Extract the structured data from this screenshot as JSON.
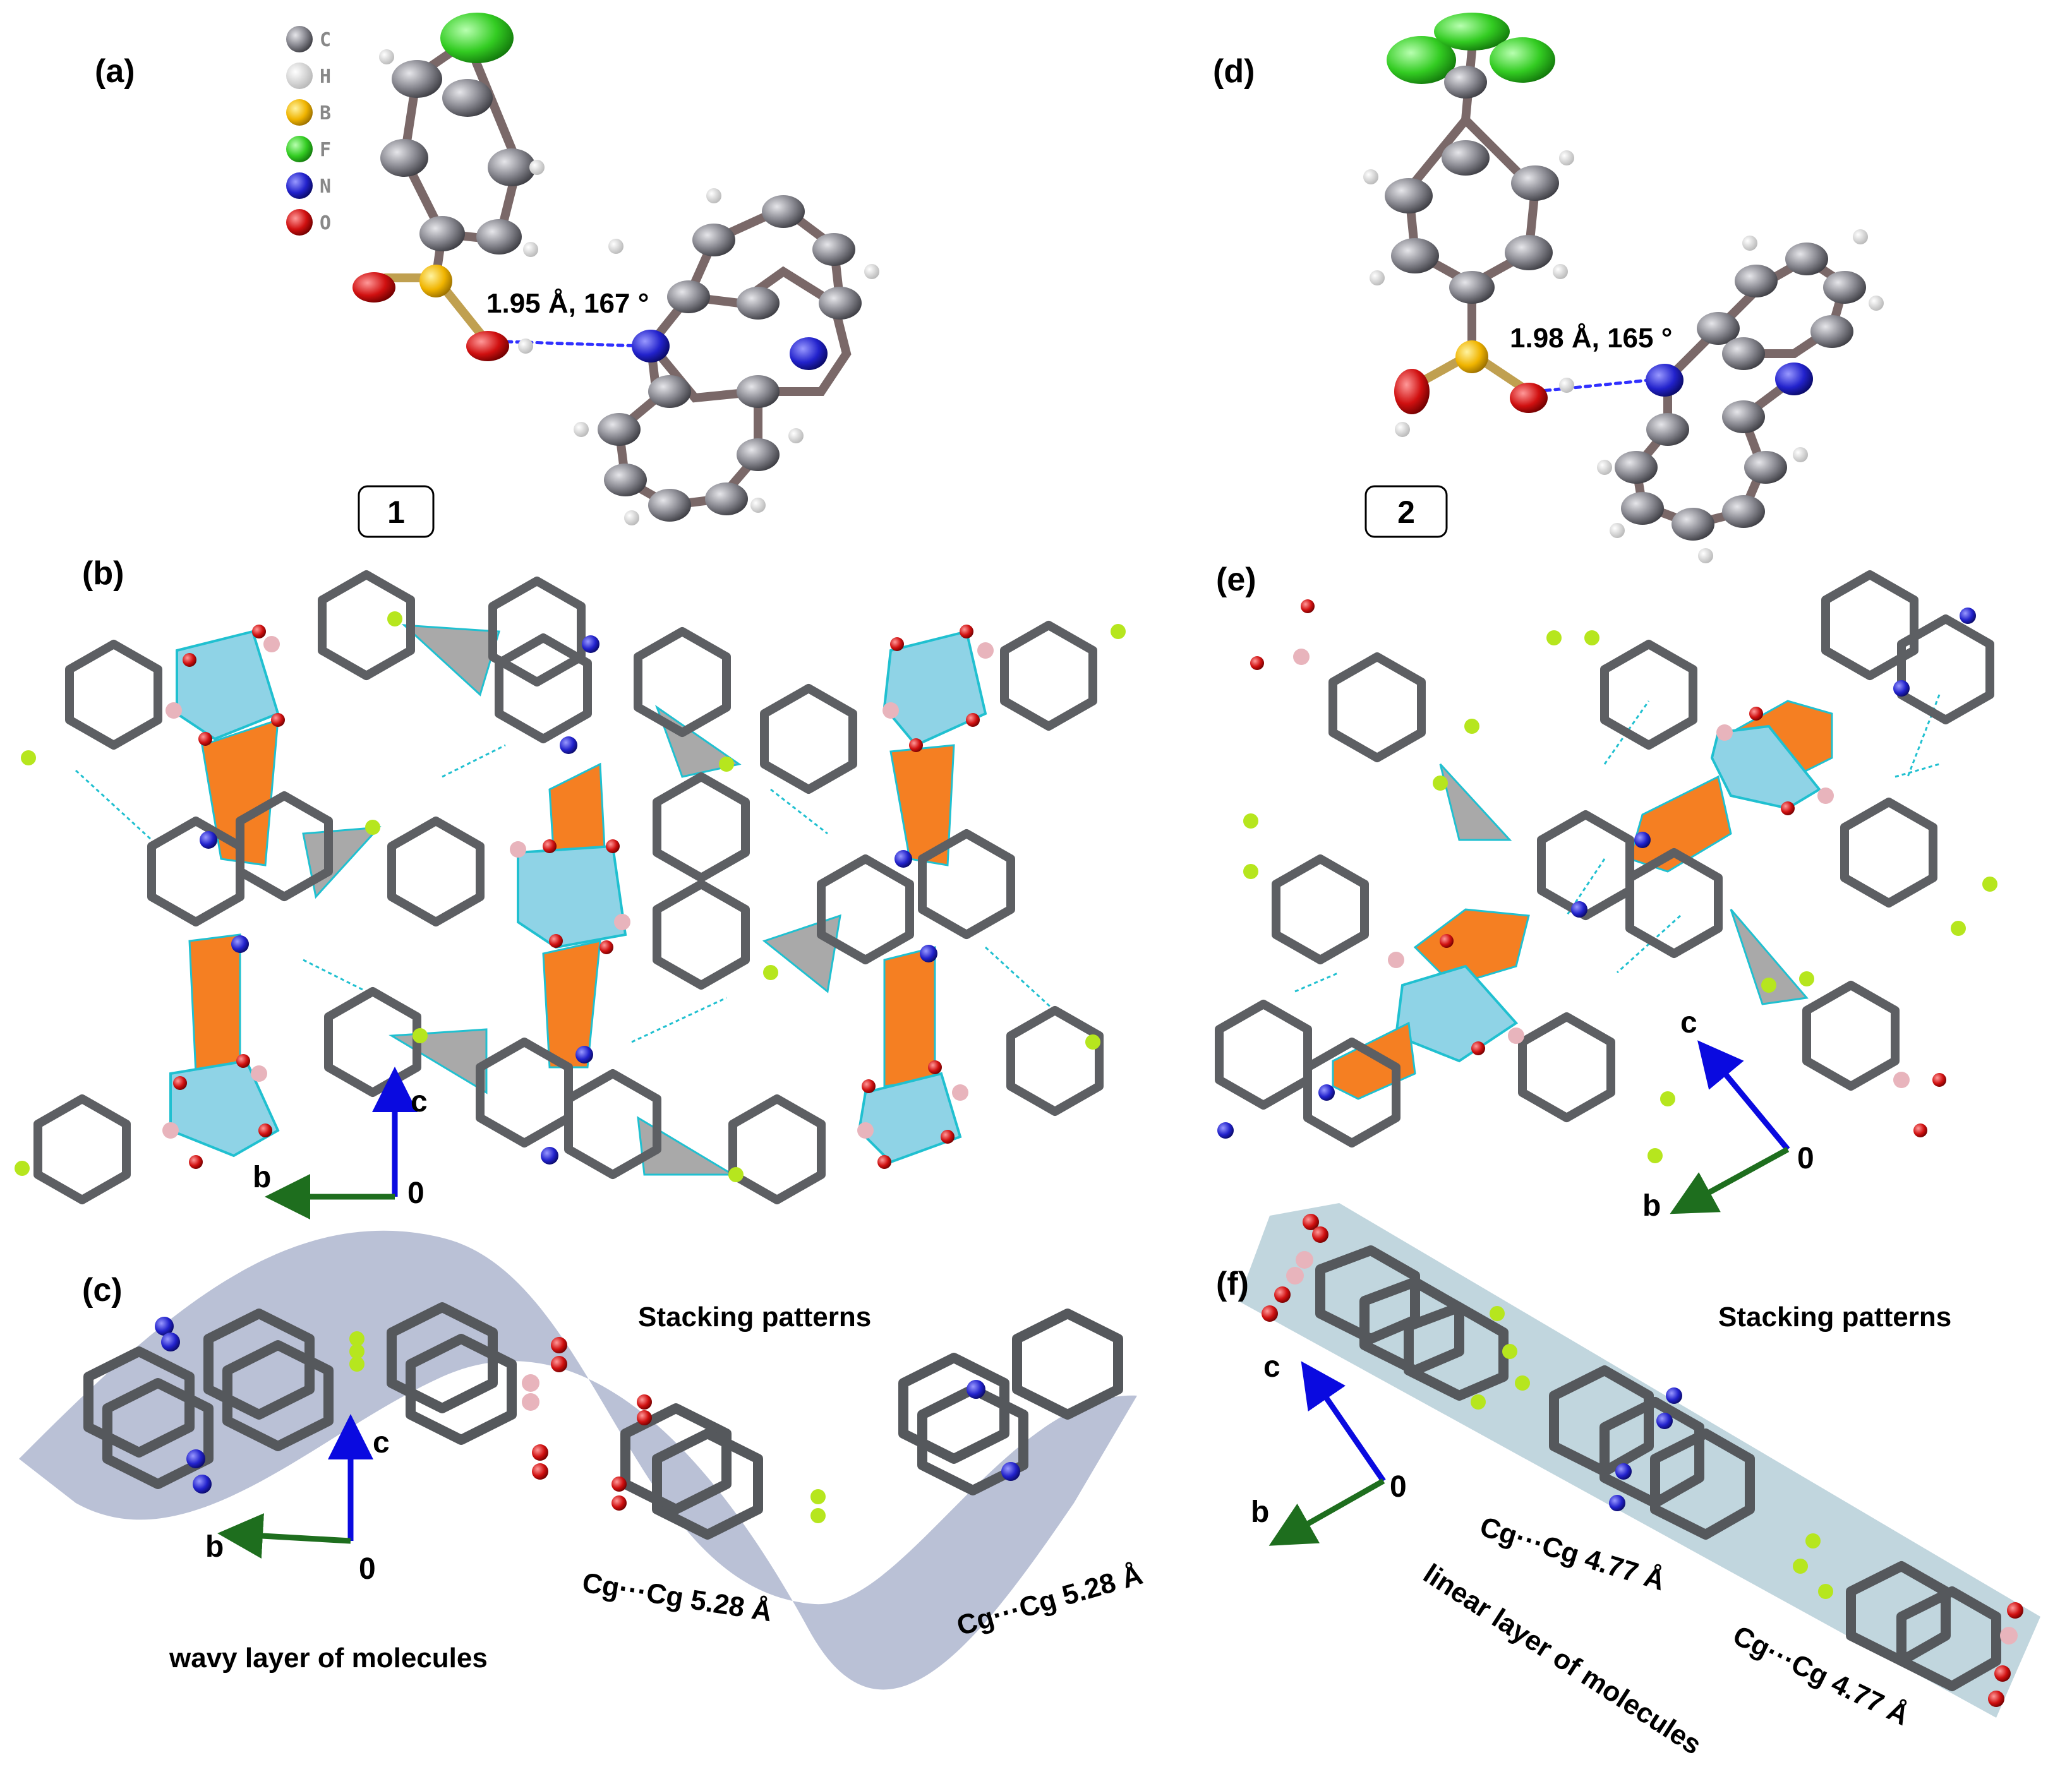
{
  "panels": {
    "a": {
      "label": "(a)",
      "hbond": "1.95 Å, 167 °",
      "compound": "1"
    },
    "b": {
      "label": "(b)"
    },
    "c": {
      "label": "(c)",
      "title": "Stacking patterns",
      "caption": "wavy layer of molecules",
      "distance1": "Cg···Cg  5.28 Å",
      "distance2": "Cg···Cg  5.28 Å"
    },
    "d": {
      "label": "(d)",
      "hbond": "1.98 Å, 165 °",
      "compound": "2"
    },
    "e": {
      "label": "(e)"
    },
    "f": {
      "label": "(f)",
      "title": "Stacking patterns",
      "caption": "linear layer of molecules",
      "distance1": "Cg···Cg  4.77 Å",
      "distance2": "Cg···Cg  4.77 Å"
    }
  },
  "legend": [
    {
      "symbol": "C",
      "color": "#7b7b80"
    },
    {
      "symbol": "H",
      "color": "#e6e6e6"
    },
    {
      "symbol": "B",
      "color": "#f0b400"
    },
    {
      "symbol": "F",
      "color": "#33cc22"
    },
    {
      "symbol": "N",
      "color": "#2222cc"
    },
    {
      "symbol": "O",
      "color": "#d01010"
    }
  ],
  "axes": {
    "c": "c",
    "b": "b",
    "origin": "0"
  },
  "colors": {
    "carbon": "#5d5f63",
    "boron": "#e8b4bc",
    "nitrogen": "#1010d8",
    "oxygen": "#c00010",
    "fluorine": "#b6e61e",
    "ring_blue": "#8fd3e6",
    "ring_orange": "#f57f22",
    "contact_grey": "#a9a9a9",
    "hbond_cyan": "#20c0d0",
    "layer_band": "#aeb6cf",
    "axis_c": "#0a0ae0",
    "axis_b": "#1e6e1e"
  }
}
